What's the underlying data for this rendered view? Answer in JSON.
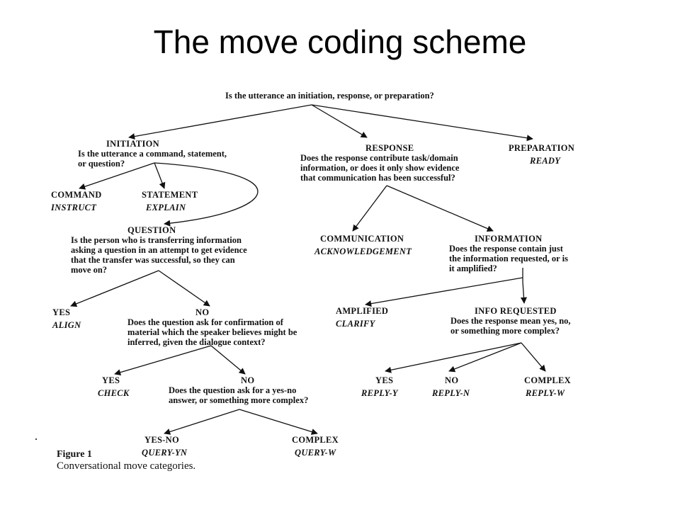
{
  "title": "The move coding scheme",
  "root_question": "Is the utterance an initiation, response, or preparation?",
  "initiation": {
    "label": "INITIATION",
    "question": [
      "Is the utterance a command, statement,",
      "or question?"
    ]
  },
  "command": {
    "label": "COMMAND",
    "code": "INSTRUCT"
  },
  "statement": {
    "label": "STATEMENT",
    "code": "EXPLAIN"
  },
  "question_node": {
    "label": "QUESTION",
    "question": [
      "Is the person who is transferring information",
      "asking a question in an attempt to get evidence",
      "that the transfer was successful, so they can",
      "move on?"
    ]
  },
  "align": {
    "label": "YES",
    "code": "ALIGN"
  },
  "q_no": {
    "label": "NO",
    "question": [
      "Does the question ask for confirmation of",
      "material which the speaker believes might be",
      "inferred, given the dialogue context?"
    ]
  },
  "check": {
    "label": "YES",
    "code": "CHECK"
  },
  "q_no2": {
    "label": "NO",
    "question": [
      "Does the question ask for a yes-no",
      "answer, or something more complex?"
    ]
  },
  "query_yn": {
    "label": "YES-NO",
    "code": "QUERY-YN"
  },
  "query_w": {
    "label": "COMPLEX",
    "code": "QUERY-W"
  },
  "response": {
    "label": "RESPONSE",
    "question": [
      "Does the response contribute task/domain",
      "information, or does it only show evidence",
      "that communication has been successful?"
    ]
  },
  "preparation": {
    "label": "PREPARATION",
    "code": "READY"
  },
  "communication": {
    "label": "COMMUNICATION",
    "code": "ACKNOWLEDGEMENT"
  },
  "information": {
    "label": "INFORMATION",
    "question": [
      "Does the response contain just",
      "the information requested, or is",
      "it amplified?"
    ]
  },
  "amplified": {
    "label": "AMPLIFIED",
    "code": "CLARIFY"
  },
  "info_requested": {
    "label": "INFO REQUESTED",
    "question": [
      "Does the response mean yes, no,",
      "or something more complex?"
    ]
  },
  "reply_y": {
    "label": "YES",
    "code": "REPLY-Y"
  },
  "reply_n": {
    "label": "NO",
    "code": "REPLY-N"
  },
  "reply_w": {
    "label": "COMPLEX",
    "code": "REPLY-W"
  },
  "figure": {
    "title": "Figure 1",
    "caption": "Conversational move categories."
  }
}
